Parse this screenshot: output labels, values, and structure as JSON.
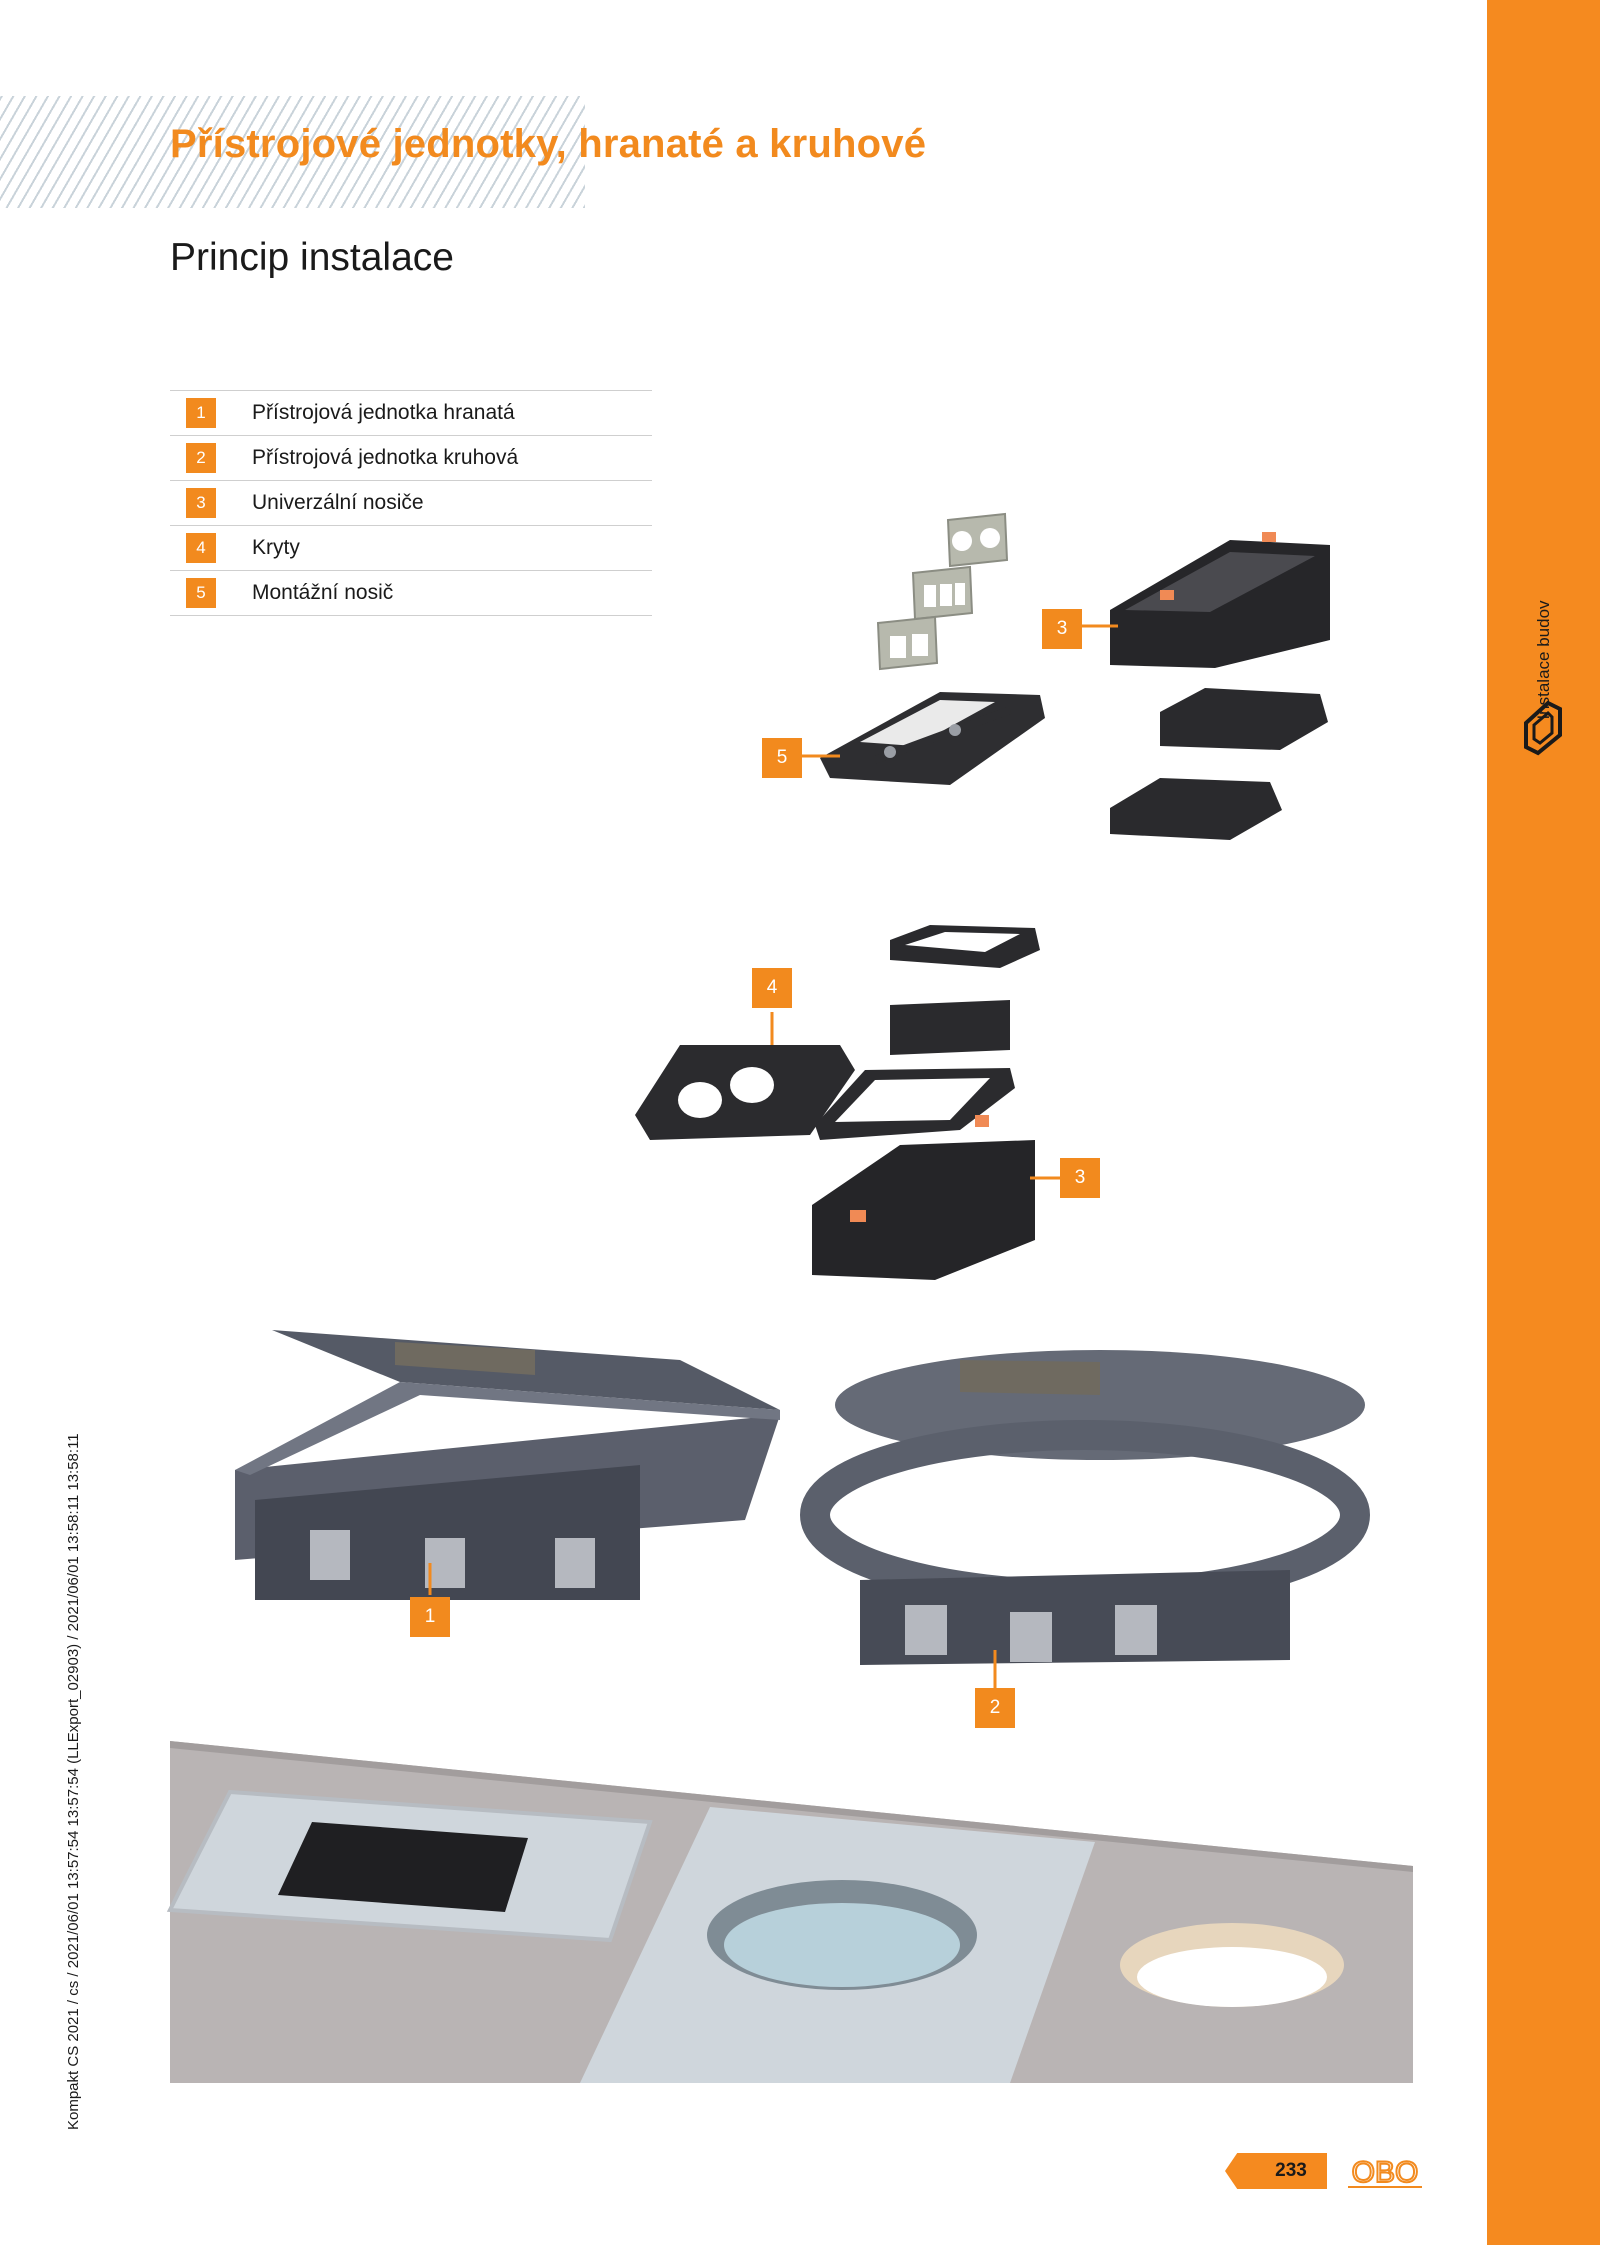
{
  "header": {
    "title": "Přístrojové jednotky, hranaté a kruhové",
    "subtitle": "Princip instalace"
  },
  "legend": [
    {
      "num": "1",
      "label": "Přístrojová jednotka hranatá"
    },
    {
      "num": "2",
      "label": "Přístrojová jednotka kruhová"
    },
    {
      "num": "3",
      "label": "Univerzální nosiče"
    },
    {
      "num": "4",
      "label": "Kryty"
    },
    {
      "num": "5",
      "label": "Montážní nosič"
    }
  ],
  "callouts": {
    "top_carrier": "3",
    "mount_carrier": "5",
    "covers": "4",
    "mid_carrier": "3",
    "square_unit": "1",
    "round_unit": "2"
  },
  "sidebar": {
    "label": "Instalace budov",
    "icon": "building-installation-icon"
  },
  "meta": {
    "print_info": "Kompakt CS 2021 / cs / 2021/06/01 13:57:54 13:57:54 (LLExport_02903) / 2021/06/01 13:58:11 13:58:11"
  },
  "footer": {
    "page_number": "233",
    "logo": "OBO"
  },
  "colors": {
    "accent": "#f28a1e",
    "sidebar": "#f58a1f",
    "part_dark": "#2b2b2e",
    "part_grey": "#5f6370",
    "concrete": "#b9b4b4",
    "steel": "#cfd6dc"
  }
}
